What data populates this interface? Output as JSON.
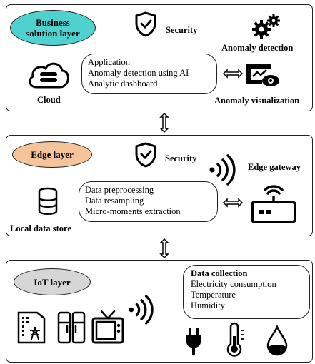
{
  "business_layer": {
    "title": "Business solution layer",
    "security_label": "Security",
    "anomaly_detection_label": "Anomaly detection",
    "cloud_label": "Cloud",
    "anomaly_visualization_label": "Anomaly visualization",
    "services": [
      "Application",
      "Anomaly detection using AI",
      "Analytic dashboard"
    ]
  },
  "edge_layer": {
    "title": "Edge layer",
    "security_label": "Security",
    "gateway_label": "Edge gateway",
    "local_store_label": "Local data store",
    "services": [
      "Data preprocessing",
      "Data resampling",
      "Micro-moments extraction"
    ]
  },
  "iot_layer": {
    "title": "IoT layer",
    "data_collection_title": "Data collection",
    "data_items": [
      "Electricity consumption",
      "Temperature",
      "Humidity"
    ]
  },
  "colors": {
    "business_pill": "#4fd1cf",
    "edge_pill": "#f5c49a",
    "iot_pill": "#d6d6d6"
  }
}
